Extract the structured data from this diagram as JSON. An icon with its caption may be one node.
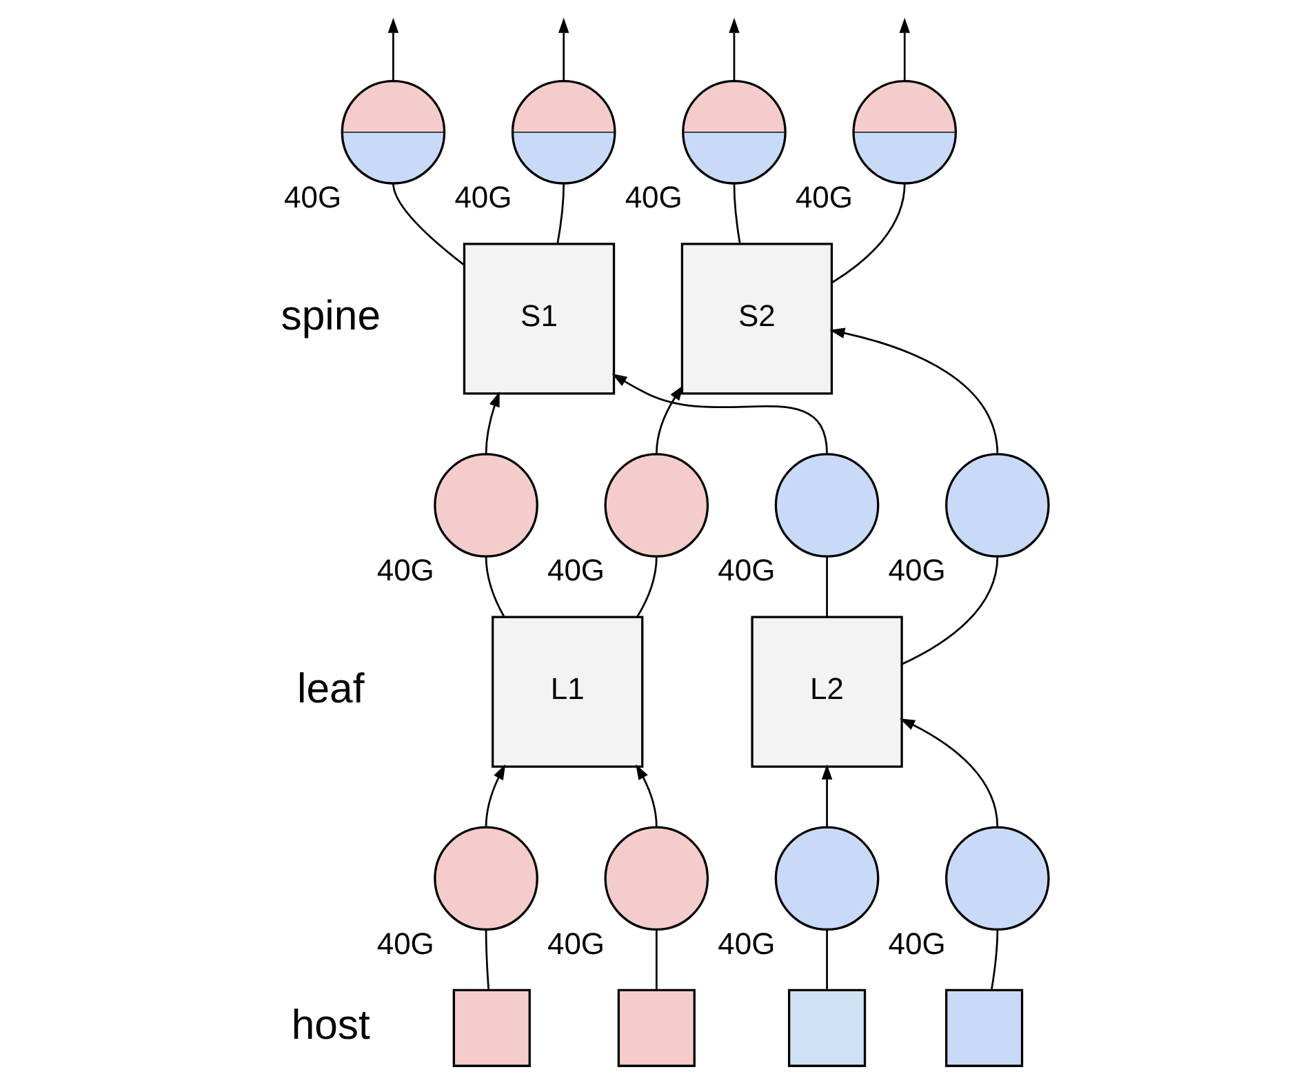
{
  "diagram": {
    "nodes": [
      {
        "text": [],
        "shape": "circle",
        "beside": [
          "40G"
        ]
      },
      {
        "text": [],
        "shape": "circle",
        "beside": [
          "40G"
        ]
      },
      {
        "text": [],
        "shape": "circle",
        "beside": [
          "40G"
        ]
      },
      {
        "text": [],
        "shape": "circle",
        "beside": [
          "40G"
        ]
      },
      {
        "text": [
          "S1"
        ]
      },
      {
        "text": [
          "S2"
        ]
      },
      {
        "text": [],
        "shape": "circle",
        "beside": [
          "40G"
        ]
      },
      {
        "text": [],
        "shape": "circle",
        "beside": [
          "40G"
        ]
      },
      {
        "text": [],
        "shape": "circle",
        "beside": [
          "40G"
        ]
      },
      {
        "text": [],
        "shape": "circle",
        "beside": [
          "40G"
        ]
      },
      {
        "text": [
          "L1"
        ]
      },
      {
        "text": [
          "L2"
        ]
      },
      {
        "text": [],
        "shape": "circle",
        "beside": [
          "40G"
        ]
      },
      {
        "text": [],
        "shape": "circle",
        "beside": [
          "40G"
        ]
      },
      {
        "text": [],
        "shape": "circle",
        "beside": [
          "40G"
        ]
      },
      {
        "text": [],
        "shape": "circle",
        "beside": [
          "40G"
        ]
      },
      {
        "text": [],
        "shape": "box"
      },
      {
        "text": [],
        "shape": "box"
      },
      {
        "text": [],
        "shape": "box"
      },
      {
        "text": [],
        "shape": "box"
      }
    ],
    "edges": [
      {
        "from": 4,
        "to": 0,
        "arrow": "none"
      },
      {
        "from": 0,
        "to": null,
        "arrow": "to"
      },
      {
        "from": 4,
        "to": 1,
        "arrow": "none"
      },
      {
        "from": 1,
        "to": null,
        "arrow": "to"
      },
      {
        "from": 5,
        "to": 2,
        "arrow": "none"
      },
      {
        "from": 2,
        "to": null,
        "arrow": "to"
      },
      {
        "from": 5,
        "to": 3,
        "arrow": "none"
      },
      {
        "from": 3,
        "to": null,
        "arrow": "to"
      },
      {
        "from": 10,
        "to": 6,
        "arrow": "none"
      },
      {
        "from": 6,
        "to": 4,
        "arrow": "to"
      },
      {
        "from": 10,
        "to": 7,
        "arrow": "none"
      },
      {
        "from": 7,
        "to": 5,
        "arrow": "to"
      },
      {
        "from": 11,
        "to": 8,
        "arrow": "none"
      },
      {
        "from": 8,
        "to": 4,
        "arrow": "to"
      },
      {
        "from": 11,
        "to": 9,
        "arrow": "none"
      },
      {
        "from": 9,
        "to": 5,
        "arrow": "to"
      },
      {
        "from": 16,
        "to": 12,
        "arrow": "none"
      },
      {
        "from": 12,
        "to": 10,
        "arrow": "to"
      },
      {
        "from": 17,
        "to": 13,
        "arrow": "none"
      },
      {
        "from": 13,
        "to": 10,
        "arrow": "to"
      },
      {
        "from": 18,
        "to": 14,
        "arrow": "none"
      },
      {
        "from": 14,
        "to": 11,
        "arrow": "to"
      },
      {
        "from": 19,
        "to": 15,
        "arrow": "none"
      },
      {
        "from": 15,
        "to": 11,
        "arrow": "to"
      }
    ],
    "labels": [
      "spine",
      "leaf",
      "host"
    ]
  }
}
